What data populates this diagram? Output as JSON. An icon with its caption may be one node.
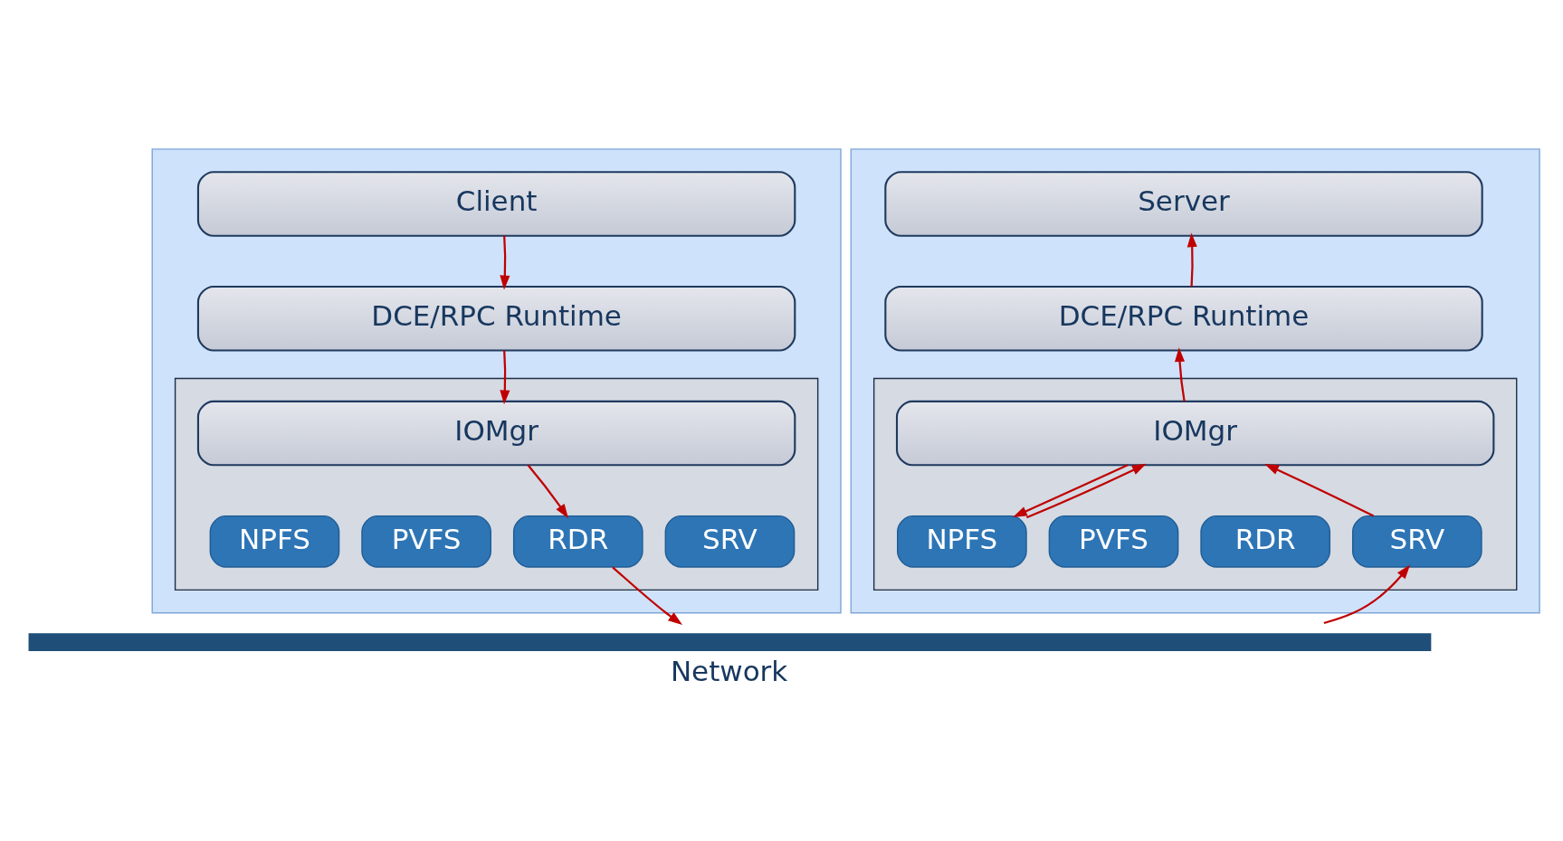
{
  "diagram": {
    "nodes": [
      {
        "text": [],
        "shape": "box"
      },
      {
        "text": [
          "Client"
        ],
        "in": 0
      },
      {
        "text": [
          "DCE/RPC Runtime"
        ],
        "in": 0
      },
      {
        "text": [],
        "shape": "box",
        "in": 0
      },
      {
        "text": [
          "IOMgr"
        ],
        "in": 3
      },
      {
        "text": [
          "NPFS"
        ],
        "in": 3
      },
      {
        "text": [
          "PVFS"
        ],
        "in": 3
      },
      {
        "text": [
          "RDR"
        ],
        "in": 3
      },
      {
        "text": [
          "SRV"
        ],
        "in": 3
      },
      {
        "text": [],
        "shape": "box"
      },
      {
        "text": [
          "Server"
        ],
        "in": 9
      },
      {
        "text": [
          "DCE/RPC Runtime"
        ],
        "in": 9
      },
      {
        "text": [],
        "shape": "box",
        "in": 9
      },
      {
        "text": [
          "IOMgr"
        ],
        "in": 12
      },
      {
        "text": [
          "NPFS"
        ],
        "in": 12
      },
      {
        "text": [
          "PVFS"
        ],
        "in": 12
      },
      {
        "text": [
          "RDR"
        ],
        "in": 12
      },
      {
        "text": [
          "SRV"
        ],
        "in": 12
      },
      {
        "text": [
          "Network"
        ]
      }
    ],
    "edges": [
      {
        "from": 1,
        "to": 2,
        "arrow": "to"
      },
      {
        "from": 2,
        "to": 4,
        "arrow": "to"
      },
      {
        "from": 4,
        "to": 7,
        "arrow": "to"
      },
      {
        "from": 7,
        "to": 18,
        "arrow": "to"
      },
      {
        "from": 18,
        "to": 17,
        "arrow": "to"
      },
      {
        "from": 17,
        "to": 13,
        "arrow": "to"
      },
      {
        "from": 13,
        "to": 14,
        "arrow": "to"
      },
      {
        "from": 14,
        "to": 13,
        "arrow": "to"
      },
      {
        "from": 13,
        "to": 11,
        "arrow": "to"
      },
      {
        "from": 11,
        "to": 10,
        "arrow": "to"
      }
    ]
  }
}
